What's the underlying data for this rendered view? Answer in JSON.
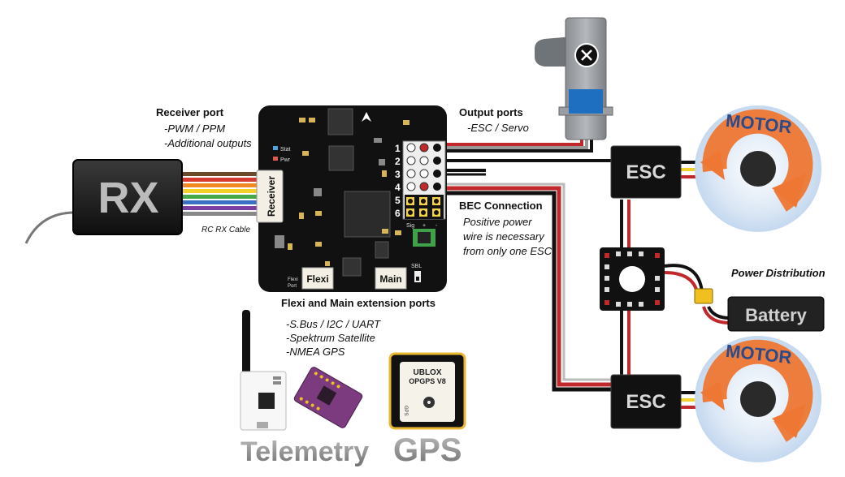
{
  "labels": {
    "receiver_port_title": "Receiver port",
    "receiver_port_lines": [
      "-PWM / PPM",
      "-Additional outputs"
    ],
    "output_ports_title": "Output ports",
    "output_ports_lines": [
      "-ESC / Servo"
    ],
    "bec_title": "BEC Connection",
    "bec_lines": [
      "Positive power",
      "wire is necessary",
      "from only one ESC"
    ],
    "power_distribution": "Power Distribution",
    "flexi_main_title": "Flexi and Main extension ports",
    "flexi_main_lines": [
      "-S.Bus / I2C / UART",
      "-Spektrum Satellite",
      "-NMEA GPS"
    ],
    "rc_rx_cable": "RC RX Cable",
    "telemetry": "Telemetry",
    "gps": "GPS"
  },
  "board": {
    "receiver_label": "Receiver",
    "flexi_label": "Flexi",
    "main_label": "Main",
    "flexi_port_small": [
      "Flexi",
      "Port"
    ],
    "stat": "Stat",
    "pwr": "Pwr",
    "sbl": "SBL",
    "sig_row": [
      "Sig",
      "+",
      "-"
    ],
    "port_numbers": [
      "1",
      "2",
      "3",
      "4",
      "5",
      "6"
    ]
  },
  "devices": {
    "rx": "RX",
    "esc_top": "ESC",
    "esc_bottom": "ESC",
    "motor_top": "MOTOR",
    "motor_bottom": "MOTOR",
    "battery": "Battery",
    "gps_module_lines": [
      "UBLOX",
      "OPGPS V8"
    ],
    "gps_small_text": "GPS"
  },
  "colors": {
    "board": "#111111",
    "wire_red": "#c0282c",
    "wire_black": "#111111",
    "motor_orange": "#ee7733",
    "motor_halo": "#cfe0f4",
    "gps_gold": "#e8b832",
    "purple_board": "#7b3b7e"
  },
  "icons": {
    "servo": "servo-icon",
    "antenna": "antenna-icon"
  }
}
